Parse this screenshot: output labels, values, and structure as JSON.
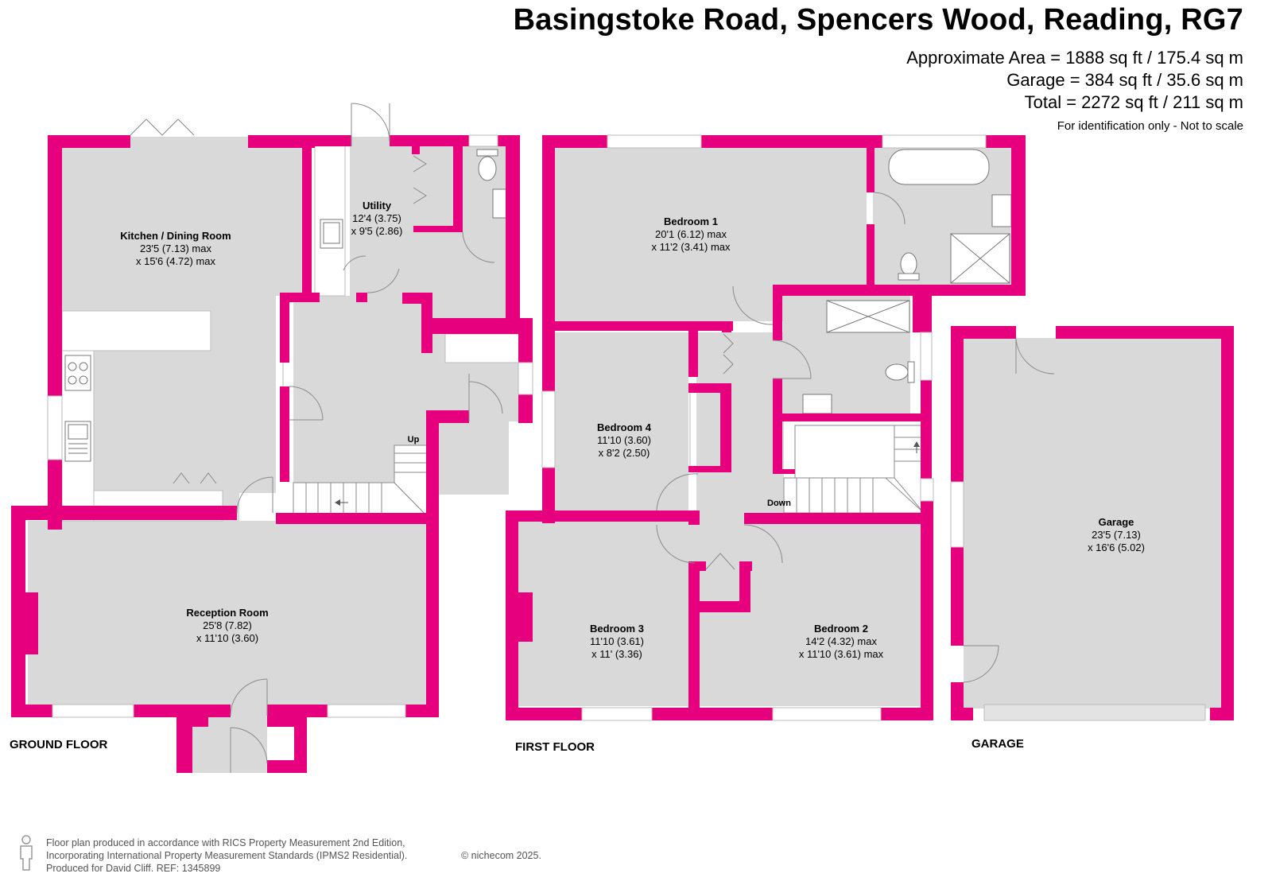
{
  "header": {
    "title": "Basingstoke Road, Spencers Wood, Reading, RG7",
    "approx_area": "Approximate Area = 1888 sq ft / 175.4 sq m",
    "garage_area": "Garage = 384 sq ft / 35.6 sq m",
    "total_area": "Total = 2272 sq ft / 211 sq m",
    "note": "For identification only - Not to scale"
  },
  "floors": {
    "ground": "GROUND FLOOR",
    "first": "FIRST FLOOR",
    "garage": "GARAGE"
  },
  "rooms": {
    "kitchen": {
      "name": "Kitchen / Dining Room",
      "dim1": "23'5 (7.13) max",
      "dim2": "x 15'6 (4.72) max"
    },
    "utility": {
      "name": "Utility",
      "dim1": "12'4 (3.75)",
      "dim2": "x 9'5 (2.86)"
    },
    "reception": {
      "name": "Reception Room",
      "dim1": "25'8 (7.82)",
      "dim2": "x 11'10 (3.60)"
    },
    "bedroom1": {
      "name": "Bedroom 1",
      "dim1": "20'1 (6.12) max",
      "dim2": "x 11'2 (3.41) max"
    },
    "bedroom4": {
      "name": "Bedroom 4",
      "dim1": "11'10 (3.60)",
      "dim2": "x 8'2 (2.50)"
    },
    "bedroom3": {
      "name": "Bedroom 3",
      "dim1": "11'10 (3.61)",
      "dim2": "x 11' (3.36)"
    },
    "bedroom2": {
      "name": "Bedroom 2",
      "dim1": "14'2 (4.32) max",
      "dim2": "x 11'10 (3.61) max"
    },
    "garage": {
      "name": "Garage",
      "dim1": "23'5 (7.13)",
      "dim2": "x 16'6 (5.02)"
    }
  },
  "stairs": {
    "up": "Up",
    "down": "Down"
  },
  "footer": {
    "line1": "Floor plan produced in accordance with RICS Property Measurement 2nd Edition,",
    "line2": "Incorporating International Property Measurement Standards (IPMS2 Residential).",
    "line3_prefix": "Produced for David Cliff.   REF:",
    "ref": "1345899",
    "copyright": "© nichecom 2025."
  },
  "colors": {
    "wall": "#e6007e",
    "floor": "#d9d9d9",
    "line": "#9a9a9a"
  }
}
